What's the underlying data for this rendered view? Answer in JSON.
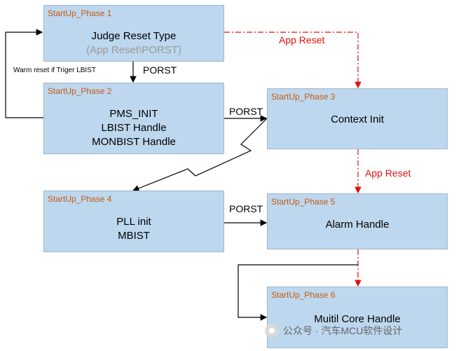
{
  "phases": {
    "p1": {
      "tag": "StartUp_Phase 1",
      "line1": "Judge Reset Type",
      "line2": "(App Reset\\PORST)"
    },
    "p2": {
      "tag": "StartUp_Phase 2",
      "line1": "PMS_INIT",
      "line2": "LBIST Handle",
      "line3": "MONBIST Handle"
    },
    "p3": {
      "tag": "StartUp_Phase  3",
      "line1": "Context Init"
    },
    "p4": {
      "tag": "StartUp_Phase 4",
      "line1": "PLL init",
      "line2": "MBIST"
    },
    "p5": {
      "tag": "StartUp_Phase 5",
      "line1": "Alarm Handle"
    },
    "p6": {
      "tag": "StartUp_Phase 6",
      "line1": "Muitil Core Handle"
    }
  },
  "labels": {
    "porst_1_2": "PORST",
    "porst_2_3": "PORST",
    "porst_4_5": "PORST",
    "app_reset_1_3": "App Reset",
    "app_reset_3_5": "App Reset",
    "warm_reset": "Warm reset if Triger LBIST"
  },
  "watermark": "公众号 · 汽车MCU软件设计",
  "colors": {
    "box_fill": "#bdd7ee",
    "phase_tag": "#c55a11",
    "app_reset": "#e01010"
  }
}
